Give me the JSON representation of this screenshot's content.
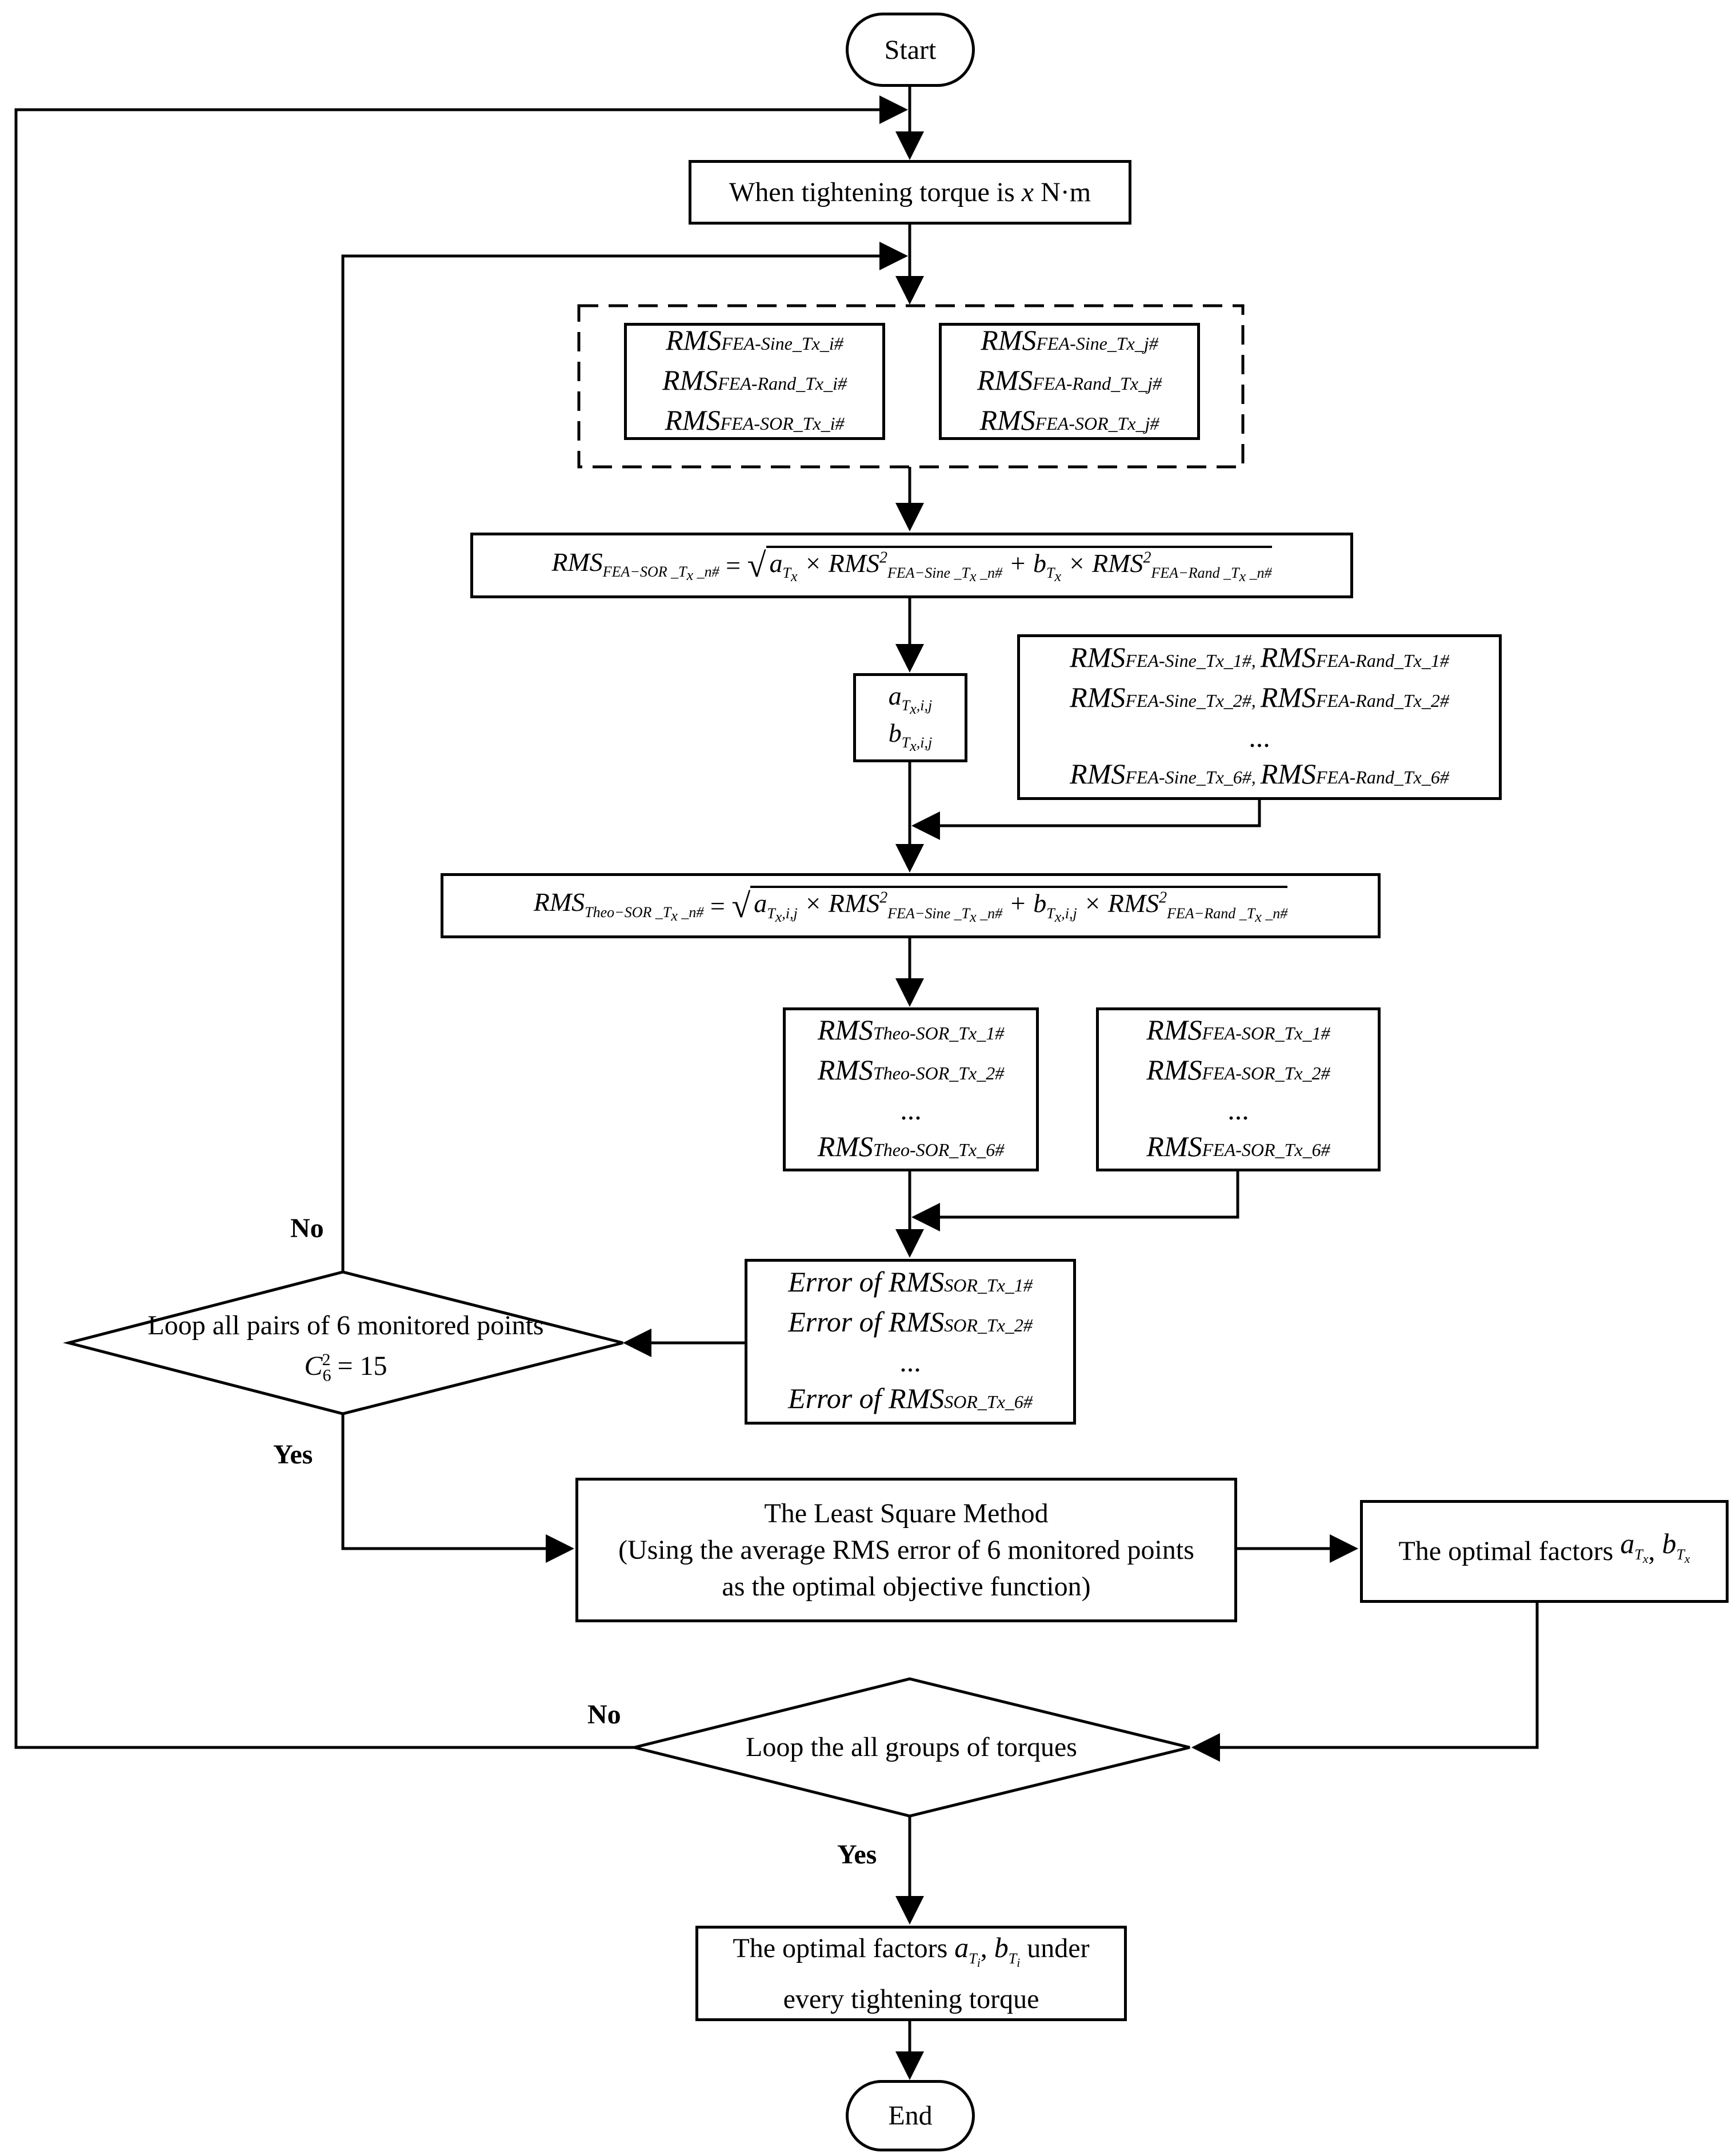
{
  "nodes": {
    "start": "Start",
    "end": "End",
    "torque_prefix": "When tightening torque is ",
    "torque_var": "x",
    "torque_unit": " N·m",
    "rms": "RMS",
    "i_sine": "FEA-Sine_Tx_i#",
    "i_rand": "FEA-Rand_Tx_i#",
    "i_sor": "FEA-SOR_Tx_i#",
    "j_sine": "FEA-Sine_Tx_j#",
    "j_rand": "FEA-Rand_Tx_j#",
    "j_sor": "FEA-SOR_Tx_j#",
    "all_rows": [
      "FEA-Sine_Tx_1#, ",
      "FEA-Rand_Tx_1#",
      "FEA-Sine_Tx_2#, ",
      "FEA-Rand_Tx_2#",
      "FEA-Sine_Tx_6#, ",
      "FEA-Rand_Tx_6#"
    ],
    "ellipsis": "...",
    "theo_rows": [
      "Theo-SOR_Tx_1#",
      "Theo-SOR_Tx_2#",
      "Theo-SOR_Tx_6#"
    ],
    "fea_sor_rows": [
      "FEA-SOR_Tx_1#",
      "FEA-SOR_Tx_2#",
      "FEA-SOR_Tx_6#"
    ],
    "error_prefix": "Error of RMS",
    "error_rows": [
      "SOR_Tx_1#",
      "SOR_Tx_2#",
      "SOR_Tx_6#"
    ],
    "loop_pairs": "Loop all pairs of 6 monitored points",
    "loop_pairs_formula": "C",
    "loop_pairs_sub": "6",
    "loop_pairs_sup": "2",
    "loop_pairs_value": " = 15",
    "lsm_lines": [
      "The Least Square Method",
      "(Using the average RMS error of 6 monitored points",
      "as the optimal objective function)"
    ],
    "optimal_tx": "The optimal factors ",
    "loop_torques": "Loop the all groups of torques",
    "final_line1": "The optimal factors ",
    "final_line1_suffix": " under",
    "final_line2": "every tightening torque"
  },
  "labels": {
    "no_top": "No",
    "yes_top": "Yes",
    "no_bottom": "No",
    "yes_bottom": "Yes"
  }
}
